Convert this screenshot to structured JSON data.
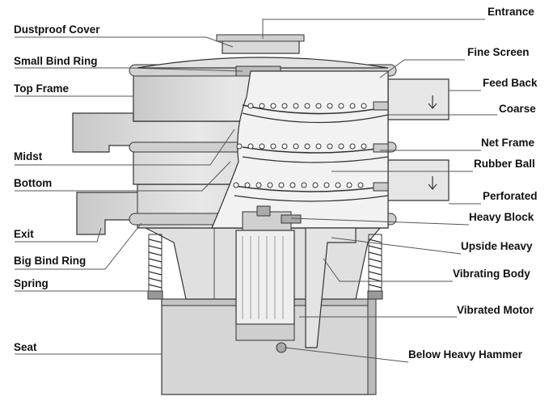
{
  "diagram": {
    "labels_left": {
      "dustproof_cover": "Dustproof Cover",
      "small_bind_ring": "Small Bind Ring",
      "top_frame": "Top Frame",
      "midst": "Midst",
      "bottom": "Bottom",
      "exit": "Exit",
      "big_bind_ring": "Big Bind Ring",
      "spring": "Spring",
      "seat": "Seat"
    },
    "labels_right": {
      "entrance": "Entrance",
      "fine_screen": "Fine  Screen",
      "feed_back": "Feed Back",
      "coarse": "Coarse",
      "net_frame": "Net Frame",
      "rubber_ball": "Rubber Ball",
      "perforated": "Perforated",
      "heavy_block": "Heavy Block",
      "upside_heavy": "Upside Heavy",
      "vibrating_body": "Vibrating Body",
      "vibrated_motor": "Vibrated Motor",
      "below_heavy_hammer": "Below Heavy  Hammer"
    },
    "colors": {
      "line": "#333333",
      "body_fill": "#d9d9d9",
      "cutaway_fill": "#eeeeee",
      "background": "#ffffff"
    }
  }
}
